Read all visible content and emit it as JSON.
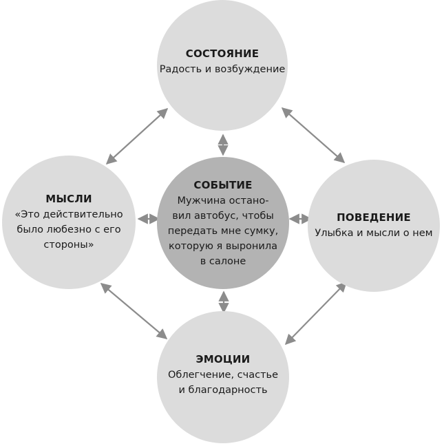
{
  "diagram": {
    "nodes": {
      "state": {
        "title": "СОСТОЯНИЕ",
        "text": "Радость и возбуждение"
      },
      "thoughts": {
        "title": "МЫСЛИ",
        "text": "«Это действительно\nбыло любезно с его\nстороны»"
      },
      "event": {
        "title": "СОБЫТИЕ",
        "text": "Мужчина остано-\nвил автобус, чтобы\nпередать мне сумку,\nкоторую я выронила\nв салоне"
      },
      "behavior": {
        "title": "ПОВЕДЕНИЕ",
        "text": "Улыбка и мысли о нем"
      },
      "emotions": {
        "title": "ЭМОЦИИ",
        "text": "Облегчение, счастье\nи благодарность"
      }
    },
    "colors": {
      "outer_node": "#dcdcdc",
      "center_node": "#b3b3b3",
      "arrow": "#8c8c8c",
      "text": "#1a1a1a"
    },
    "connections": [
      {
        "from": "state",
        "to": "thoughts",
        "direction": "both"
      },
      {
        "from": "state",
        "to": "behavior",
        "direction": "both"
      },
      {
        "from": "thoughts",
        "to": "emotions",
        "direction": "both"
      },
      {
        "from": "behavior",
        "to": "emotions",
        "direction": "both"
      },
      {
        "from": "event",
        "to": "state",
        "direction": "both"
      },
      {
        "from": "event",
        "to": "thoughts",
        "direction": "both"
      },
      {
        "from": "event",
        "to": "behavior",
        "direction": "both"
      },
      {
        "from": "event",
        "to": "emotions",
        "direction": "both"
      }
    ]
  }
}
